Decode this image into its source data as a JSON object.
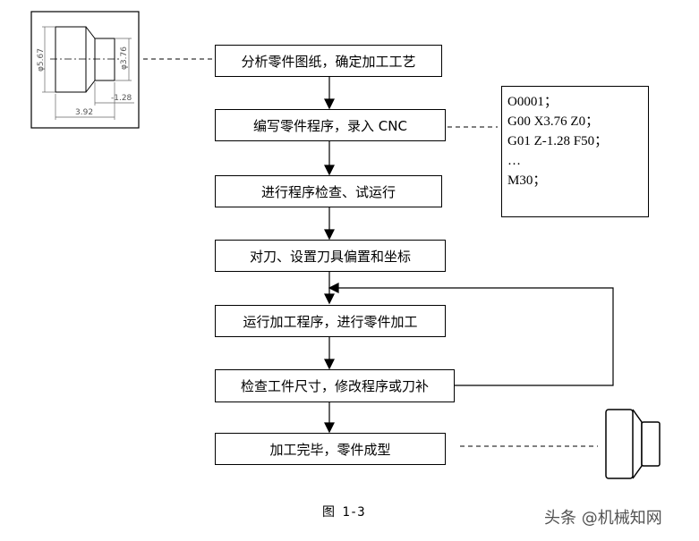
{
  "steps": [
    "分析零件图纸，确定加工工艺",
    "编写零件程序，录入 CNC",
    "进行程序检查、试运行",
    "对刀、设置刀具偏置和坐标",
    "运行加工程序，进行零件加工",
    "检查工件尺寸，修改程序或刀补",
    "加工完毕，零件成型"
  ],
  "program_lines": [
    "O0001；",
    "G00 X3.76 Z0；",
    "G01 Z-1.28 F50；",
    "…",
    "M30；"
  ],
  "drawing": {
    "dim_left_diameter": "φ5.67",
    "dim_right_diameter": "φ3.76",
    "dim_step": "-1.28",
    "dim_length": "3.92"
  },
  "caption": "图 1-3",
  "watermark": "头条 @机械知网"
}
